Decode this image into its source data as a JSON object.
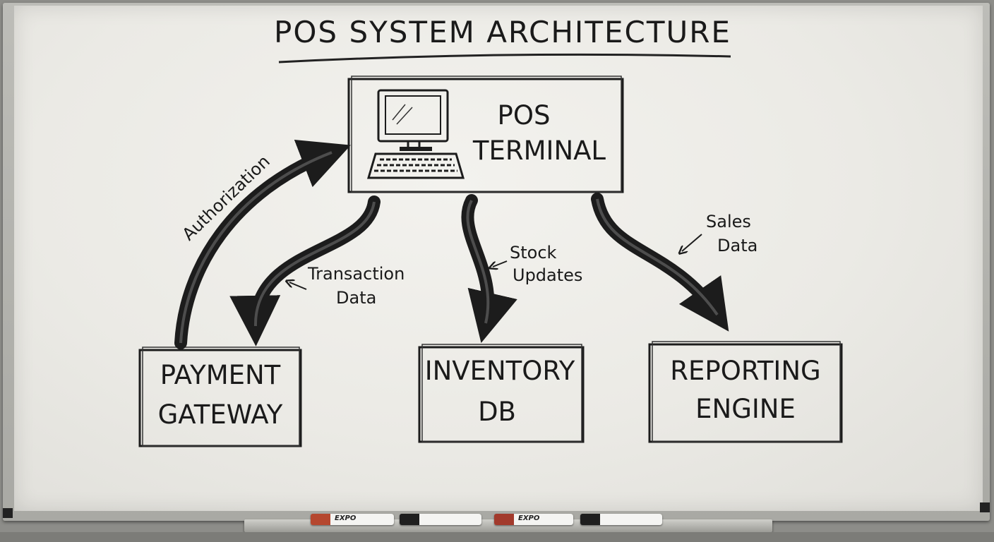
{
  "title": "POS SYSTEM ARCHITECTURE",
  "nodes": {
    "pos_terminal": {
      "line1": "POS",
      "line2": "TERMINAL"
    },
    "payment_gateway": {
      "line1": "PAYMENT",
      "line2": "GATEWAY"
    },
    "inventory_db": {
      "line1": "INVENTORY",
      "line2": "DB"
    },
    "reporting_engine": {
      "line1": "REPORTING",
      "line2": "ENGINE"
    }
  },
  "edges": {
    "authorization": {
      "from": "PAYMENT GATEWAY",
      "to": "POS TERMINAL",
      "label": "Authorization"
    },
    "transaction_data": {
      "from": "POS TERMINAL",
      "to": "PAYMENT GATEWAY",
      "line1": "Transaction",
      "line2": "Data"
    },
    "stock_updates": {
      "from": "POS TERMINAL",
      "to": "INVENTORY DB",
      "line1": "Stock",
      "line2": "Updates"
    },
    "sales_data": {
      "from": "POS TERMINAL",
      "to": "REPORTING ENGINE",
      "line1": "Sales",
      "line2": "Data"
    }
  },
  "markers": [
    {
      "brand": "EXPO",
      "color": "#b5472f"
    },
    {
      "brand": "",
      "color": "#1e1e1e"
    },
    {
      "brand": "EXPO",
      "color": "#a23a2c"
    },
    {
      "brand": "",
      "color": "#1e1e1e"
    }
  ],
  "icons": {
    "terminal": "computer-terminal-icon"
  }
}
